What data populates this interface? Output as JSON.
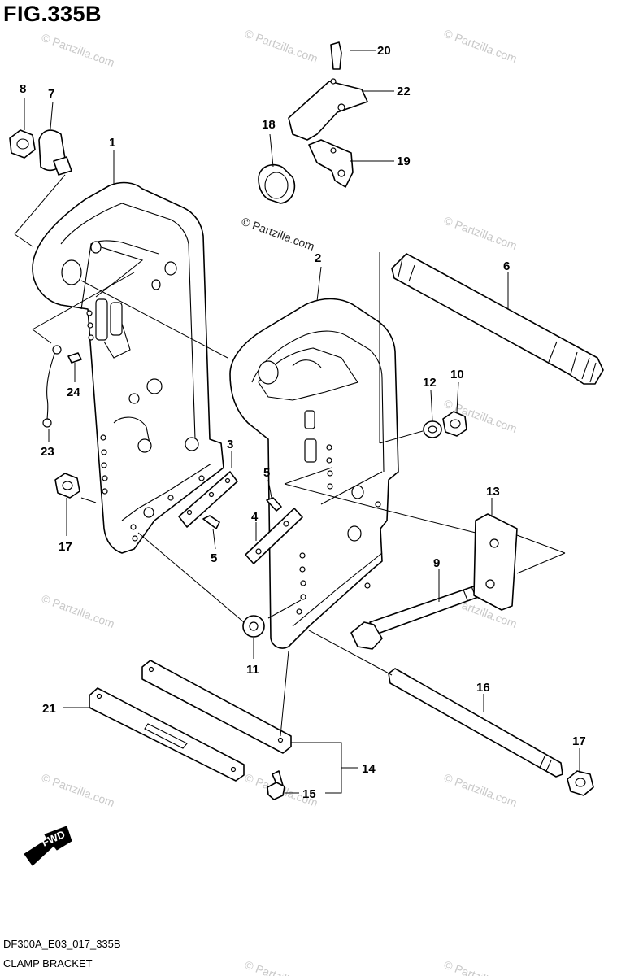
{
  "figure": {
    "title": "FIG.335B",
    "diagram_code": "DF300A_E03_017_335B",
    "diagram_name": "CLAMP BRACKET",
    "direction_label": "FWD"
  },
  "watermark": {
    "text": "© Partzilla.com"
  },
  "callouts": {
    "p1": "1",
    "p2": "2",
    "p3": "3",
    "p4": "4",
    "p5a": "5",
    "p5b": "5",
    "p6": "6",
    "p7": "7",
    "p8": "8",
    "p9": "9",
    "p10": "10",
    "p11": "11",
    "p12": "12",
    "p13": "13",
    "p14": "14",
    "p15": "15",
    "p16": "16",
    "p17a": "17",
    "p17b": "17",
    "p18": "18",
    "p19": "19",
    "p20": "20",
    "p21": "21",
    "p22": "22",
    "p23": "23",
    "p24": "24"
  }
}
